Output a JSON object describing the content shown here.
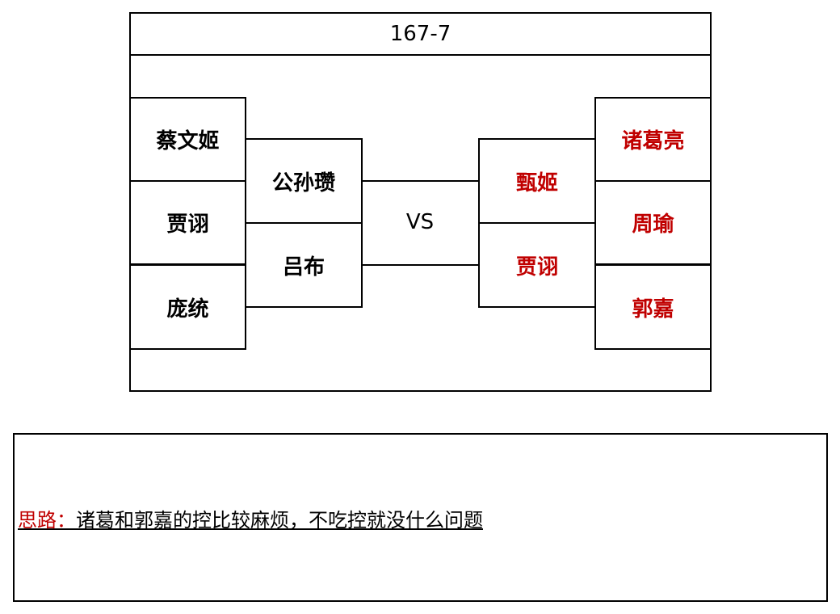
{
  "title": "167-7",
  "vs_label": "VS",
  "left_team": {
    "outer": [
      "蔡文姬",
      "贾诩",
      "庞统"
    ],
    "inner": [
      "公孙瓒",
      "吕布"
    ]
  },
  "right_team": {
    "inner": [
      "甄姬",
      "贾诩"
    ],
    "outer": [
      "诸葛亮",
      "周瑜",
      "郭嘉"
    ]
  },
  "note": {
    "label": "思路：",
    "text": "诸葛和郭嘉的控比较麻烦，不吃控就没什么问题"
  },
  "colors": {
    "right_team_text": "#c00000",
    "note_label": "#c00000"
  }
}
